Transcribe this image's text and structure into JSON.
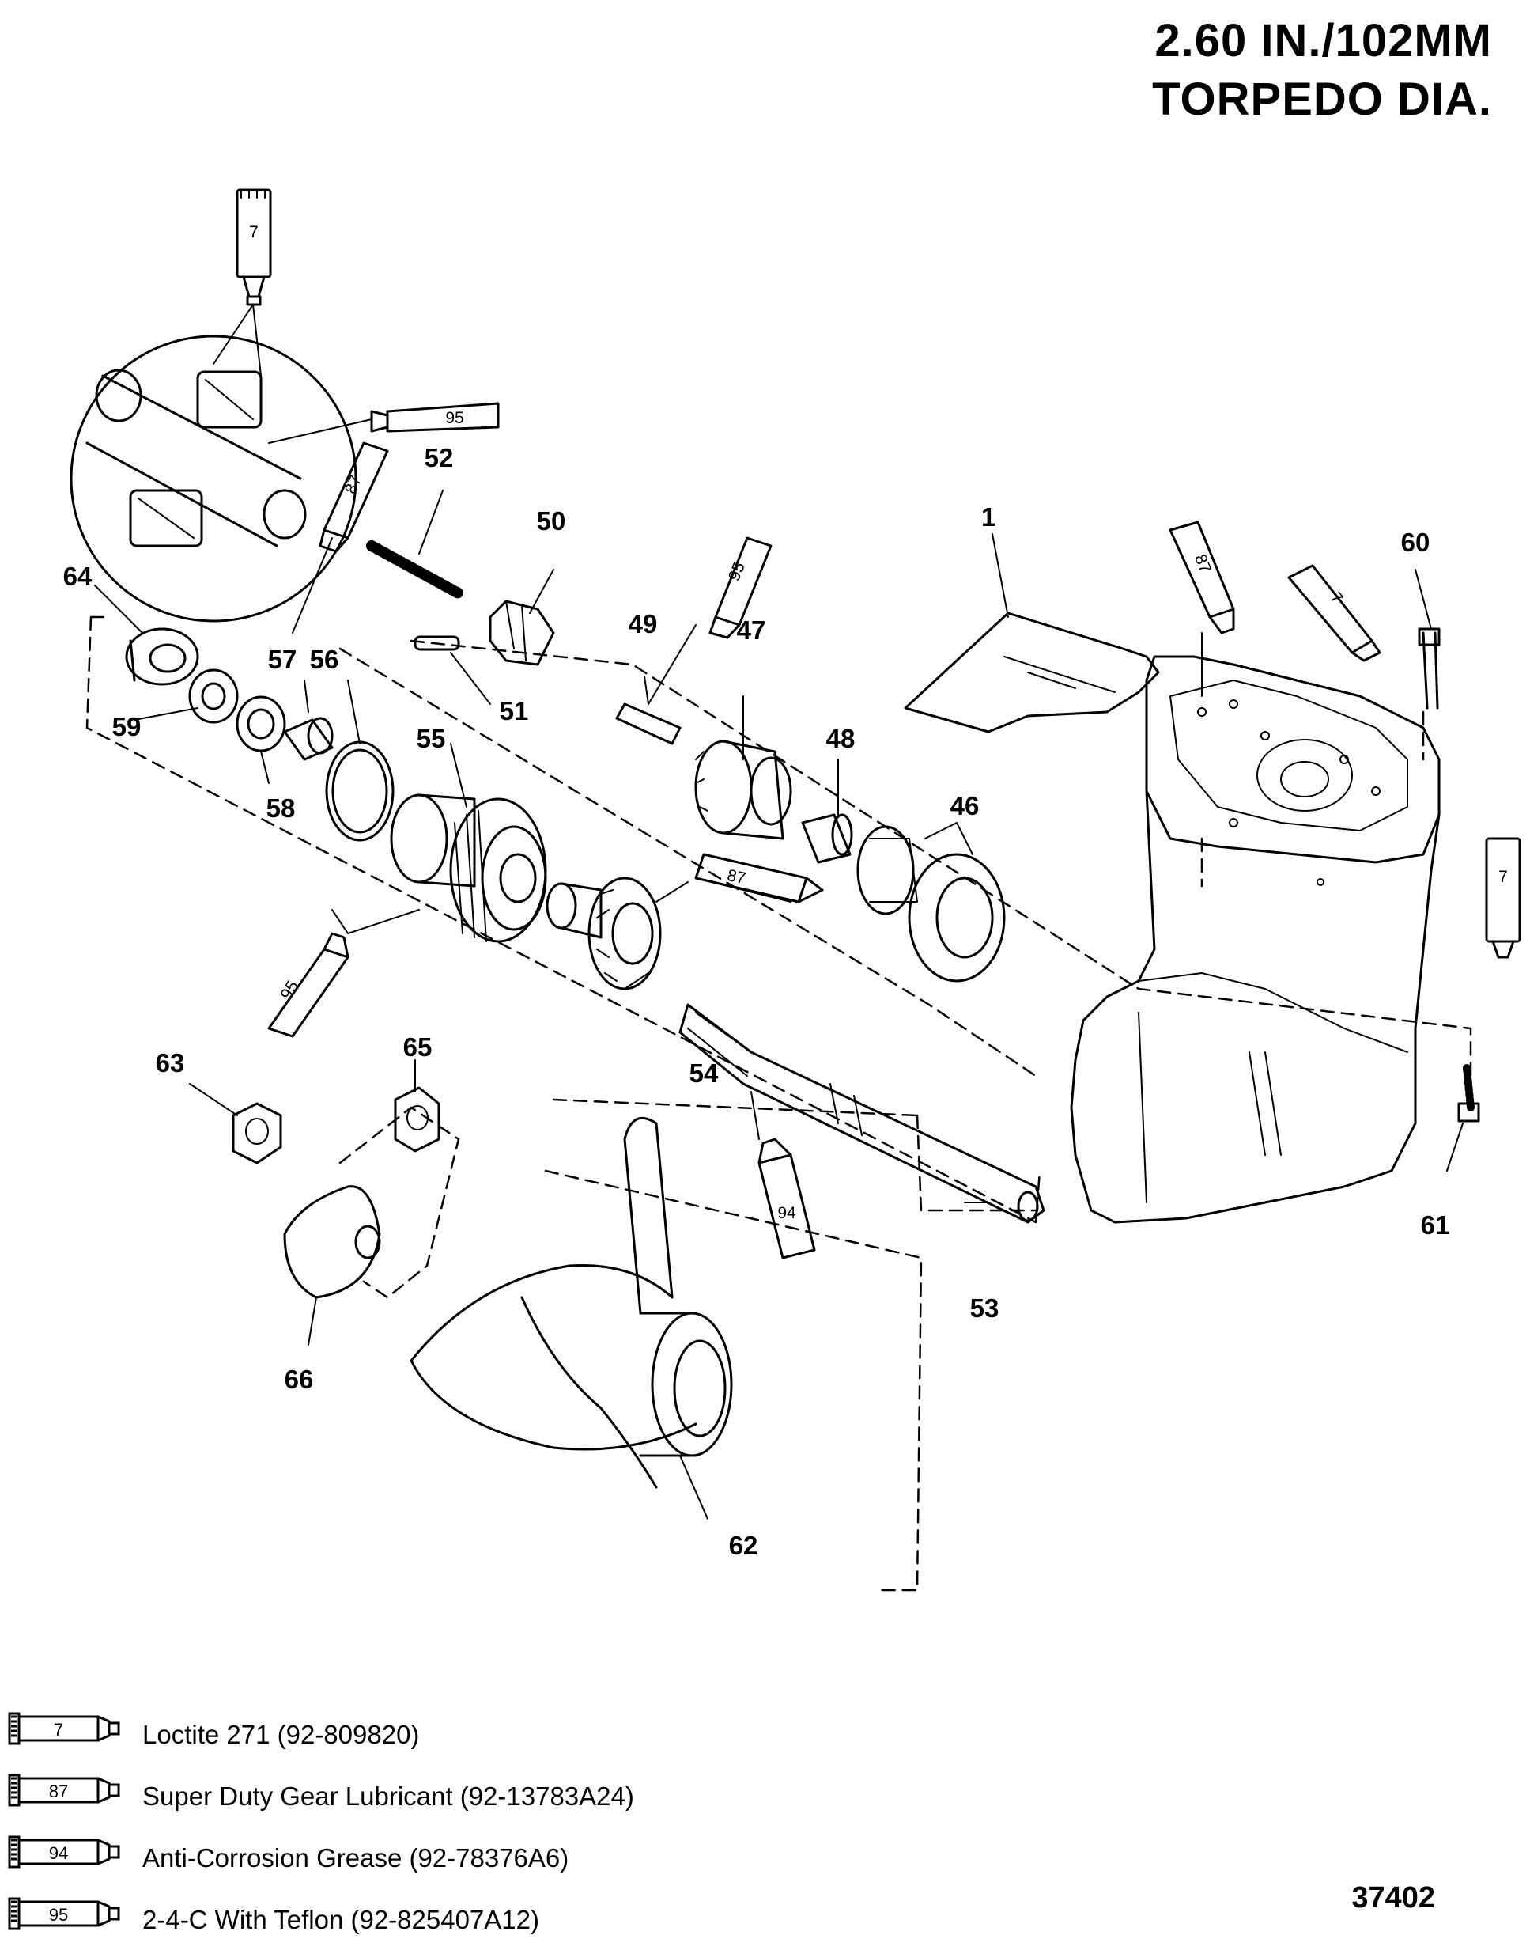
{
  "title": {
    "line1": "2.60 IN./102MM",
    "line2": "TORPEDO DIA."
  },
  "callouts": [
    "1",
    "46",
    "47",
    "48",
    "49",
    "50",
    "51",
    "52",
    "53",
    "54",
    "55",
    "56",
    "57",
    "58",
    "59",
    "60",
    "61",
    "62",
    "63",
    "64",
    "65",
    "66"
  ],
  "tube_labels": {
    "t7a": "7",
    "t95a": "95",
    "t87a": "87",
    "t95b": "95",
    "t87b": "87",
    "t7b": "7",
    "t87c": "87",
    "t7c": "7",
    "t95c": "95",
    "t94": "94"
  },
  "legend": [
    {
      "code": "7",
      "text": "Loctite 271 (92-809820)"
    },
    {
      "code": "87",
      "text": "Super Duty Gear Lubricant (92-13783A24)"
    },
    {
      "code": "94",
      "text": "Anti-Corrosion Grease (92-78376A6)"
    },
    {
      "code": "95",
      "text": "2-4-C  With Teflon (92-825407A12)"
    }
  ],
  "figure_number": "37402"
}
